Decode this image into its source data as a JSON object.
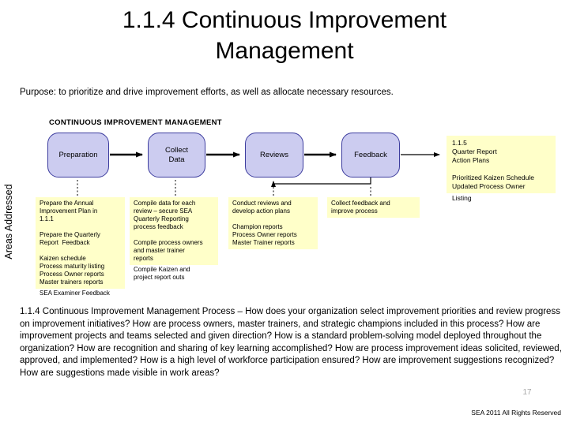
{
  "slide": {
    "title": "1.1.4 Continuous Improvement Management",
    "purpose": "Purpose: to prioritize and drive improvement efforts, as well as allocate necessary resources.",
    "page_number": "17",
    "footer": "SEA 2011 All Rights Reserved"
  },
  "diagram": {
    "header": "CONTINUOUS IMPROVEMENT MANAGEMENT",
    "side_label": "Areas Addressed",
    "boxes": [
      {
        "label": "Preparation"
      },
      {
        "label": "Collect\nData"
      },
      {
        "label": "Reviews"
      },
      {
        "label": "Feedback"
      }
    ],
    "columns": [
      {
        "highlighted": "Prepare the Annual\nImprovement Plan in\n1.1.1\n\nPrepare the Quarterly\nReport  Feedback\n\nKaizen schedule\nProcess maturity listing\nProcess Owner reports\nMaster trainers reports",
        "spill": "SEA Examiner Feedback"
      },
      {
        "highlighted": "Compile data for each\nreview – secure SEA\nQuarterly Reporting\nprocess feedback\n\nCompile process owners\nand master trainer\nreports",
        "spill": "Compile Kaizen and\nproject report outs"
      },
      {
        "highlighted": "Conduct reviews and\ndevelop action plans\n\nChampion reports\nProcess Owner reports\nMaster Trainer reports",
        "spill": ""
      },
      {
        "highlighted": "Collect feedback and\nimprove process",
        "spill": ""
      }
    ],
    "output_note": {
      "highlighted": "1.1.5\nQuarter Report\nAction Plans\n\nPrioritized Kaizen Schedule\nUpdated Process Owner",
      "spill": "Listing"
    }
  },
  "body_text": "1.1.4 Continuous Improvement Management Process – How does your organization select improvement priorities and review progress on improvement initiatives? How are process owners, master trainers, and strategic champions included in this process? How are improvement projects and teams selected and given direction? How is a standard problem-solving model deployed throughout the organization? How are recognition and sharing of key learning accomplished? How are process improvement ideas solicited, reviewed, approved, and implemented? How is a high level of workforce participation ensured? How are improvement suggestions recognized? How are suggestions made visible in work areas?",
  "colors": {
    "box_fill": "#ccccf0",
    "box_border": "#3c3c9e",
    "highlight": "#ffffc9",
    "page_number": "#a8a8a8"
  }
}
